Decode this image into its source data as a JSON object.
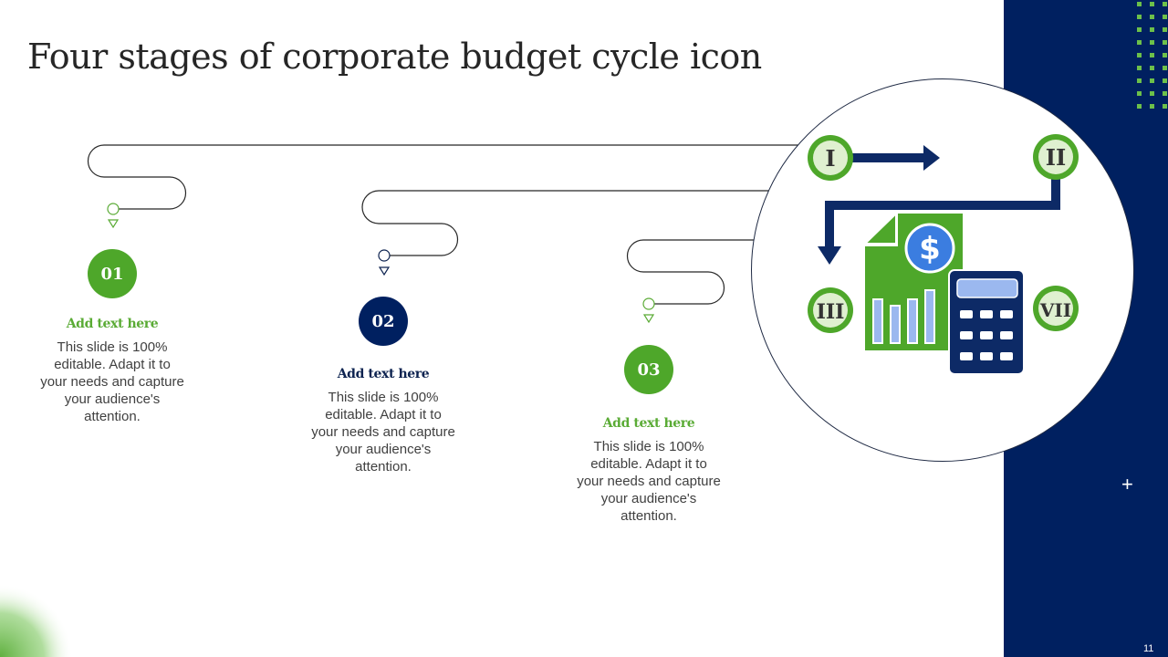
{
  "slide": {
    "title": "Four stages of corporate budget cycle icon",
    "page_number": "11",
    "plus_symbol": "+"
  },
  "colors": {
    "navy": "#002060",
    "green": "#4ea72a",
    "light_green": "#dff0d0",
    "blue_accent": "#3b7de0",
    "light_blue": "#9bb8ef",
    "text_gray": "#404040",
    "title_dark": "#262626"
  },
  "stages": [
    {
      "number": "01",
      "heading": "Add text here",
      "description": "This slide is 100% editable. Adapt it to your needs and capture your audience's attention.",
      "color": "green"
    },
    {
      "number": "02",
      "heading": "Add text here",
      "description": "This slide is 100% editable. Adapt it to your needs and capture your audience's attention.",
      "color": "navy"
    },
    {
      "number": "03",
      "heading": "Add text here",
      "description": "This slide is 100% editable. Adapt it to your needs and capture your audience's attention.",
      "color": "green"
    }
  ],
  "icon": {
    "name": "budget-cycle-icon",
    "badges": [
      "I",
      "II",
      "III",
      "VII"
    ],
    "currency_symbol": "$"
  }
}
